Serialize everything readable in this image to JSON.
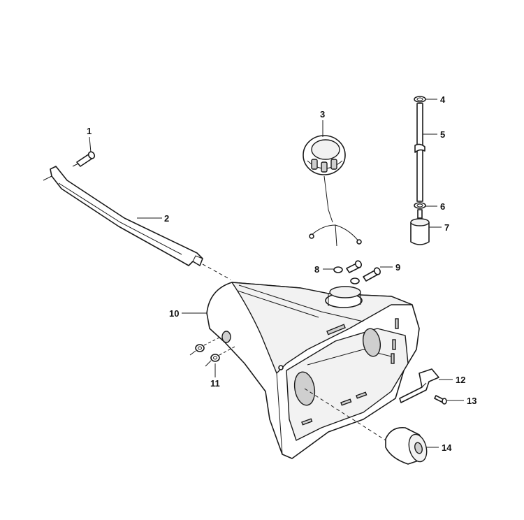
{
  "callouts": [
    {
      "id": "1",
      "label": "1"
    },
    {
      "id": "2",
      "label": "2"
    },
    {
      "id": "3",
      "label": "3"
    },
    {
      "id": "4",
      "label": "4"
    },
    {
      "id": "5",
      "label": "5"
    },
    {
      "id": "6",
      "label": "6"
    },
    {
      "id": "7",
      "label": "7"
    },
    {
      "id": "8",
      "label": "8"
    },
    {
      "id": "9",
      "label": "9"
    },
    {
      "id": "10",
      "label": "10"
    },
    {
      "id": "11",
      "label": "11"
    },
    {
      "id": "12",
      "label": "12"
    },
    {
      "id": "13",
      "label": "13"
    },
    {
      "id": "14",
      "label": "14"
    }
  ],
  "colors": {
    "line": "#1a1a1a",
    "background": "#ffffff",
    "shade": "#cfcfcf"
  }
}
